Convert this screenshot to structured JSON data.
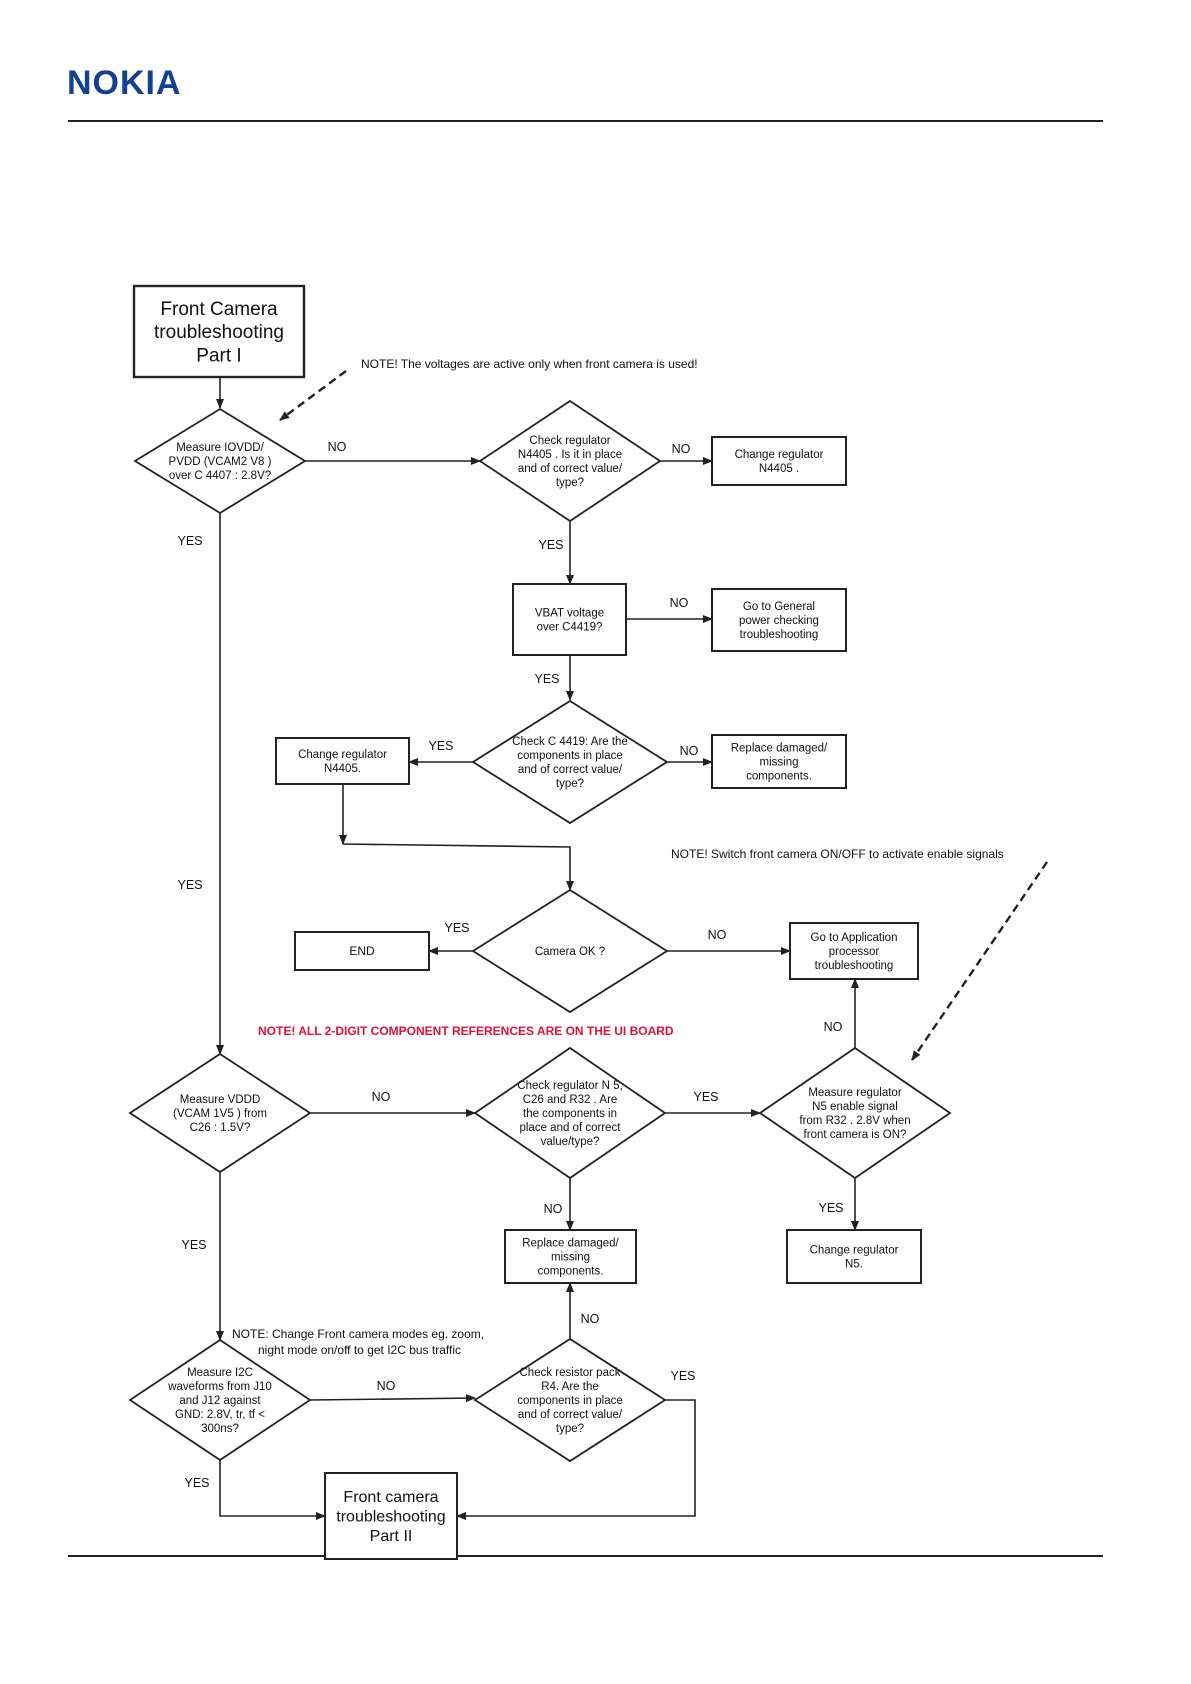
{
  "header": {
    "logo": "NOKIA"
  },
  "colors": {
    "brand": "#124191",
    "warning_note": "#e0103a",
    "line": "#222222"
  },
  "notes": {
    "voltages": "NOTE! The voltages are active only when front camera is used!",
    "switch": "NOTE! Switch front camera ON/OFF to activate enable signals",
    "ui_board": "NOTE!  ALL 2-DIGIT COMPONENT REFERENCES ARE ON THE UI BOARD",
    "i2c": [
      "NOTE: Change Front camera modes eg. zoom,",
      "night mode on/off to get I2C bus traffic"
    ]
  },
  "nodes": {
    "start": [
      "Front Camera",
      "troubleshooting",
      "Part I"
    ],
    "d_iovdd": [
      "Measure IOVDD/",
      "PVDD (VCAM2  V8 )",
      "over C 4407 : 2.8V?"
    ],
    "d_check_n4405": [
      "Check regulator",
      "N4405 . Is it in place",
      "and of correct value/",
      "type?"
    ],
    "b_change_n4405_top": [
      "Change regulator",
      "N4405 ."
    ],
    "b_vbat": [
      "VBAT voltage",
      "over  C4419?"
    ],
    "b_general_power": [
      "Go to General",
      "power checking",
      "troubleshooting"
    ],
    "d_check_c4419": [
      "Check C  4419:  Are the",
      "components in place",
      "and of correct value/",
      "type?"
    ],
    "b_change_n4405_left": [
      "Change regulator",
      "N4405."
    ],
    "b_replace_top": [
      "Replace damaged/",
      "missing",
      "components."
    ],
    "d_camera_ok": [
      "Camera OK ?"
    ],
    "b_end": [
      "END"
    ],
    "b_app_proc": [
      "Go to Application",
      "processor",
      "troubleshooting"
    ],
    "d_vddd": [
      "Measure VDDD",
      "(VCAM 1V5 ) from",
      "C26 : 1.5V?"
    ],
    "d_check_n5": [
      "Check regulator N    5,",
      "C26  and  R32 . Are",
      "the components in",
      "place and of correct",
      "value/type?"
    ],
    "d_enable": [
      "Measure regulator",
      "N5  enable signal",
      "from  R32 . 2.8V when",
      "front camera is ON?"
    ],
    "b_replace_mid": [
      "Replace damaged/",
      "missing",
      "components."
    ],
    "b_change_n5": [
      "Change regulator",
      "N5."
    ],
    "d_i2c": [
      "Measure I2C",
      "waveforms from    J10",
      "and J12   against",
      "GND:  2.8V, tr, tf <",
      "300ns?"
    ],
    "d_check_r4": [
      "Check resistor    pack",
      "R4. Are the",
      "components in place",
      "and of correct value/",
      "type?"
    ],
    "end2": [
      "Front camera",
      "troubleshooting",
      "Part II"
    ]
  },
  "edge_labels": {
    "iovdd_no": "NO",
    "iovdd_yes": "YES",
    "n4405_no": "NO",
    "n4405_yes": "YES",
    "vbat_no": "NO",
    "vbat_yes": "YES",
    "c4419_yes": "YES",
    "c4419_no": "NO",
    "long_yes": "YES",
    "camera_yes": "YES",
    "camera_no": "NO",
    "vddd_no": "NO",
    "vddd_yes": "YES",
    "n5_yes": "YES",
    "n5_no": "NO",
    "enable_no": "NO",
    "enable_yes": "YES",
    "i2c_no": "NO",
    "i2c_yes": "YES",
    "r4_no": "NO",
    "r4_yes": "YES"
  }
}
